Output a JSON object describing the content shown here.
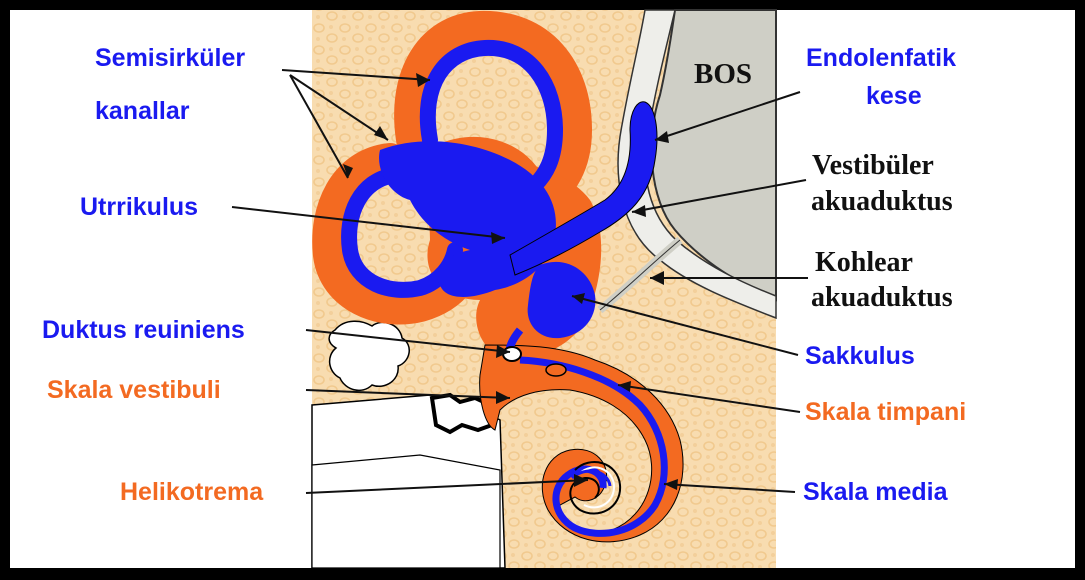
{
  "labels": {
    "semisirkuler_1": "Semisirküler",
    "semisirkuler_2": "kanallar",
    "utrrikulus": "Utrrikulus",
    "duktus": "Duktus reuiniens",
    "skala_vestibuli": "Skala vestibuli",
    "helikotrema": "Helikotrema",
    "bos": "BOS",
    "endolenfatik_1": "Endolenfatik",
    "endolenfatik_2": "kese",
    "vestibuler_1": "Vestibüler",
    "vestibuler_2": "akuaduktus",
    "kohlear_1": "Kohlear",
    "kohlear_2": "akuaduktus",
    "sakkulus": "Sakkulus",
    "skala_timpani": "Skala timpani",
    "skala_media": "Skala media"
  },
  "colors": {
    "endolymph_blue": "#1a1af0",
    "perilymph_orange": "#f36a21",
    "bone_background": "#f8dcb0",
    "csf_gray": "#cfcfc6",
    "frame": "#000000"
  }
}
